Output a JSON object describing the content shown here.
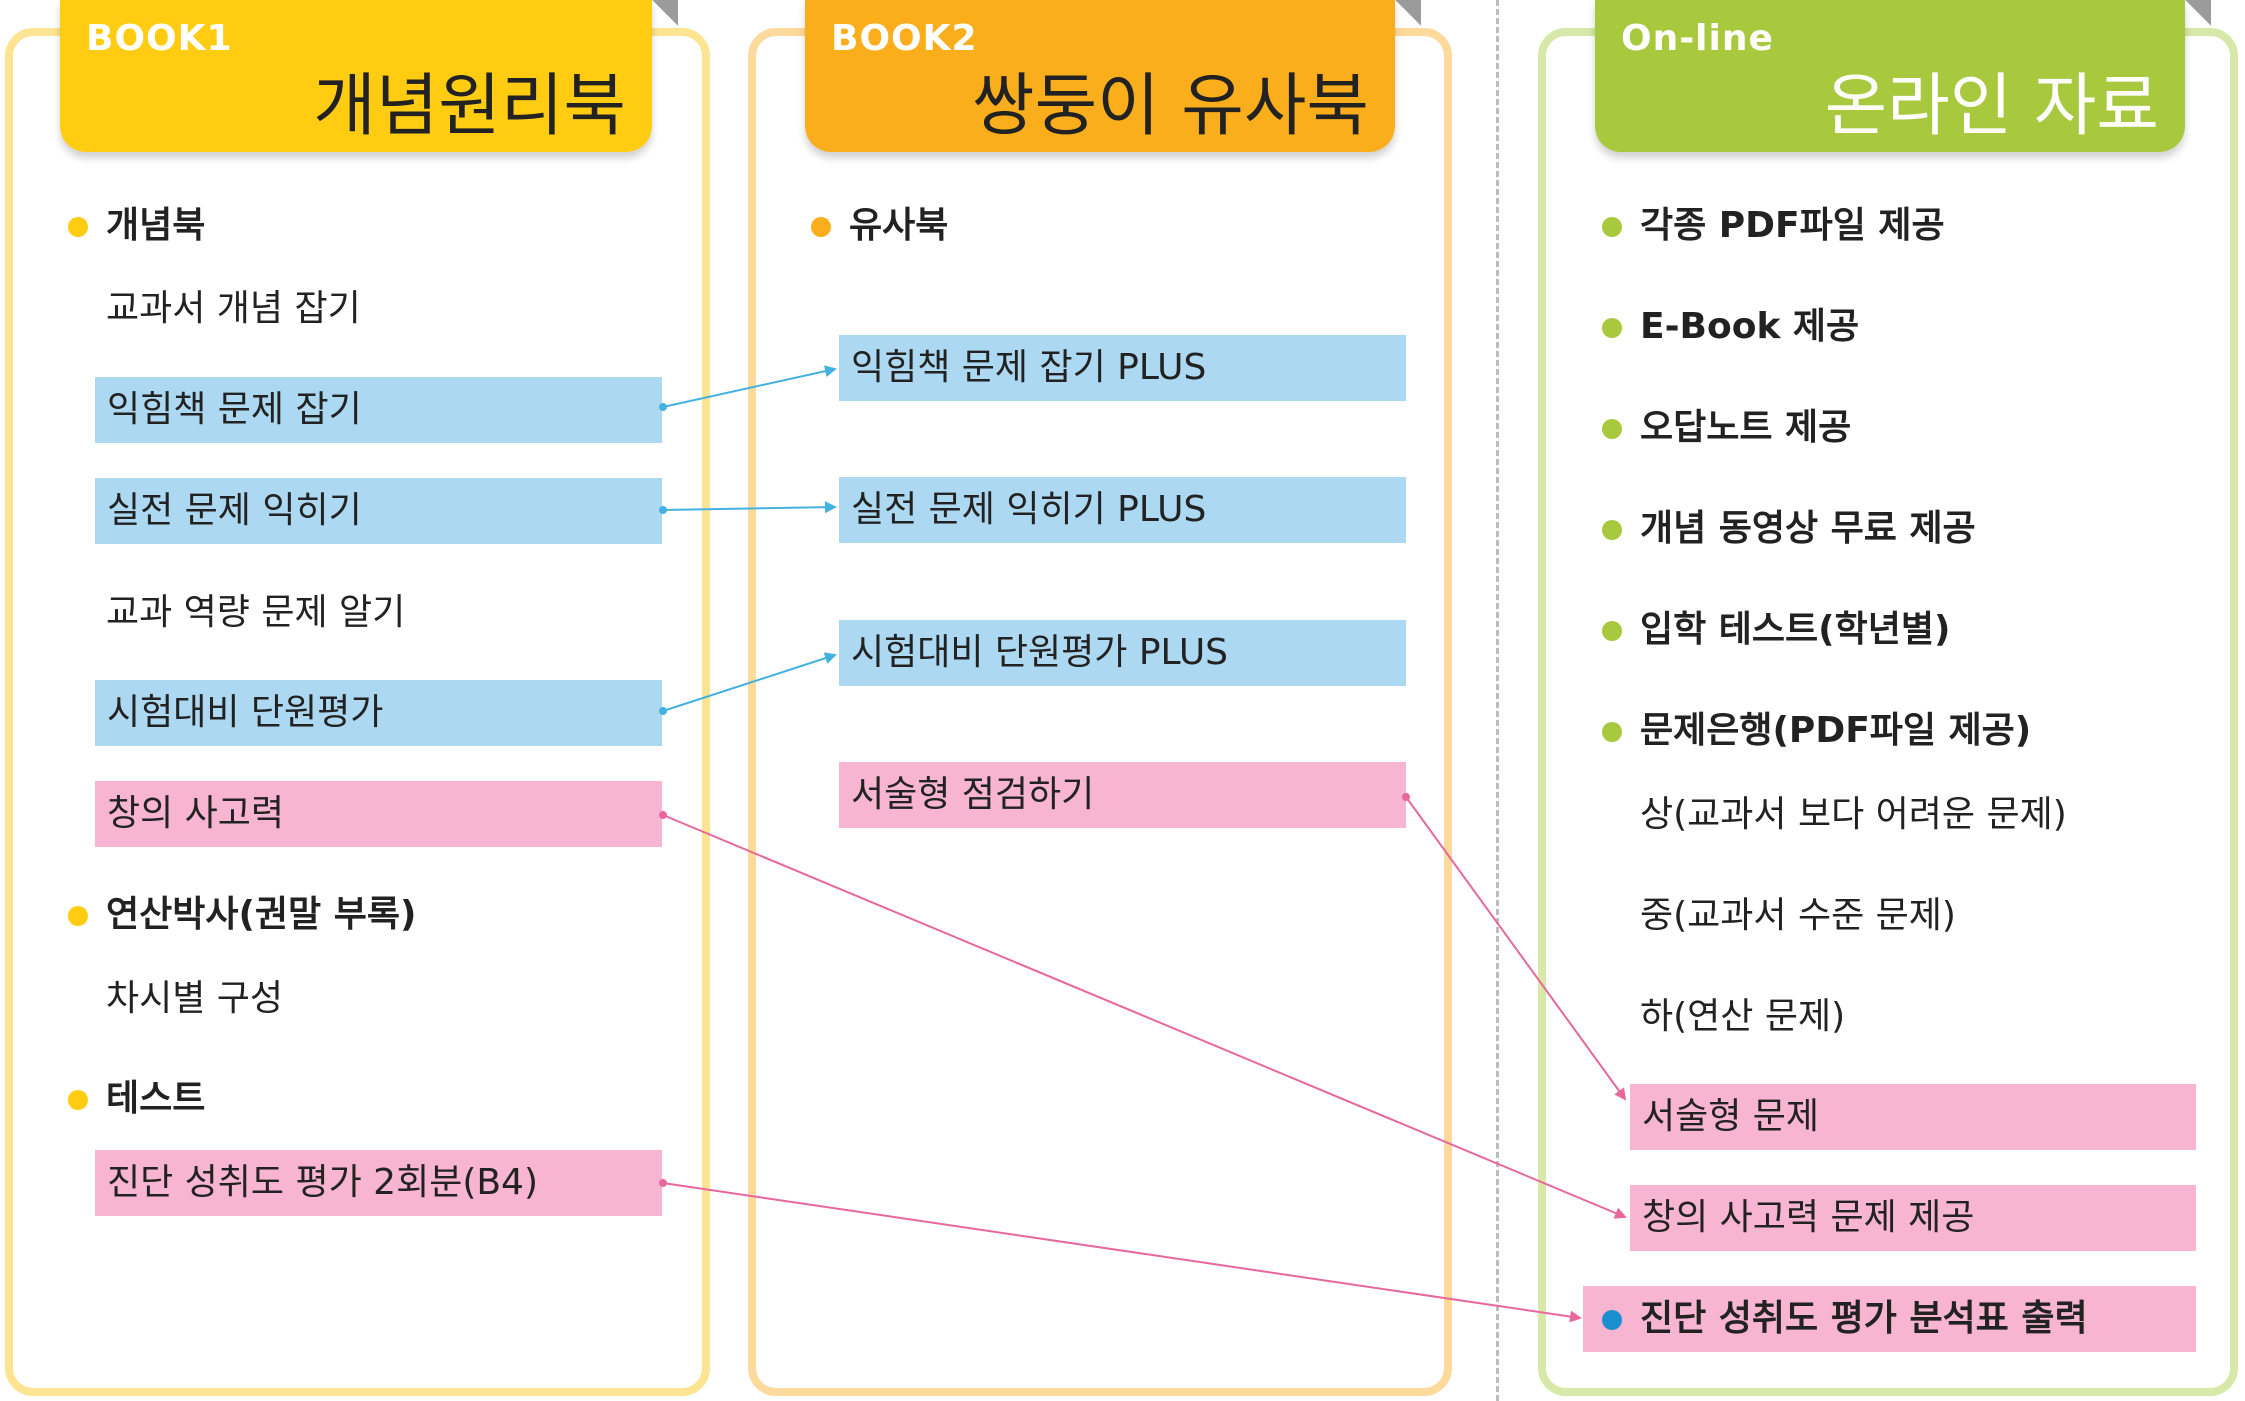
{
  "columns": [
    {
      "tag": "BOOK1",
      "title": "개념원리북",
      "items": [
        {
          "kind": "heading",
          "text": "개념북"
        },
        {
          "kind": "text",
          "text": "교과서 개념 잡기"
        },
        {
          "kind": "blue",
          "text": "익힘책 문제 잡기"
        },
        {
          "kind": "blue",
          "text": "실전 문제 익히기"
        },
        {
          "kind": "text",
          "text": "교과 역량 문제 알기"
        },
        {
          "kind": "blue",
          "text": "시험대비 단원평가"
        },
        {
          "kind": "pink",
          "text": "창의 사고력"
        },
        {
          "kind": "heading",
          "text": "연산박사(권말 부록)"
        },
        {
          "kind": "text",
          "text": "차시별 구성"
        },
        {
          "kind": "heading",
          "text": "테스트"
        },
        {
          "kind": "pink",
          "text": "진단 성취도 평가 2회분(B4)"
        }
      ]
    },
    {
      "tag": "BOOK2",
      "title": "쌍둥이 유사북",
      "items": [
        {
          "kind": "heading",
          "text": "유사북"
        },
        {
          "kind": "blue",
          "text": "익힘책 문제 잡기 PLUS"
        },
        {
          "kind": "blue",
          "text": "실전 문제 익히기  PLUS"
        },
        {
          "kind": "blue",
          "text": "시험대비 단원평가 PLUS"
        },
        {
          "kind": "pink",
          "text": "서술형 점검하기"
        }
      ]
    },
    {
      "tag": "On-line",
      "title": "온라인 자료",
      "items": [
        {
          "kind": "heading",
          "text": "각종 PDF파일 제공"
        },
        {
          "kind": "heading",
          "text": "E-Book 제공"
        },
        {
          "kind": "heading",
          "text": "오답노트 제공"
        },
        {
          "kind": "heading",
          "text": "개념 동영상 무료 제공"
        },
        {
          "kind": "heading",
          "text": "입학 테스트(학년별)"
        },
        {
          "kind": "heading",
          "text": "문제은행(PDF파일 제공)"
        },
        {
          "kind": "text",
          "text": "상(교과서 보다 어려운 문제)"
        },
        {
          "kind": "text",
          "text": "중(교과서 수준 문제)"
        },
        {
          "kind": "text",
          "text": "하(연산 문제)"
        },
        {
          "kind": "pink",
          "text": "서술형 문제"
        },
        {
          "kind": "pink",
          "text": "창의 사고력 문제 제공"
        },
        {
          "kind": "pink-heading",
          "text": "진단 성취도 평가 분석표 출력"
        }
      ]
    }
  ],
  "colors": {
    "book1": "#ffcc12",
    "book2": "#fbae1c",
    "online": "#a8c83e",
    "highlight_blue": "#acd8f1",
    "highlight_pink": "#f8b5d1",
    "arrow_blue": "#45b1e0",
    "arrow_pink": "#e8679d",
    "bullet_special": "#1b8fd0"
  }
}
